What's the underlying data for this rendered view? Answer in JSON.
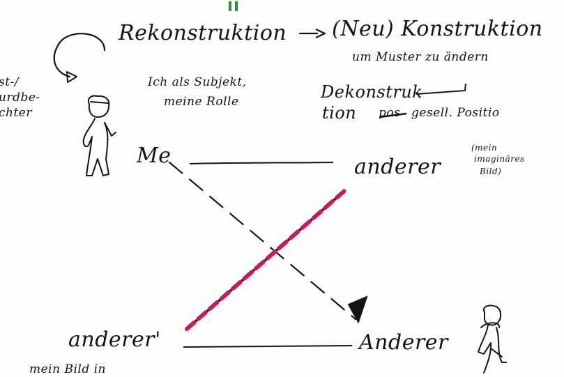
{
  "top_row": {
    "rekonstruktion": "Rekonstruktion",
    "arrow": "→",
    "neu_konstruktion": "(Neu) Konstruktion",
    "muster": "um Muster zu ändern"
  },
  "left_cut": {
    "line1": "st-/",
    "line2": "urdbe-",
    "line3": "chter"
  },
  "ich_subjekt": {
    "line1": "Ich als Subjekt,",
    "line2": "meine Rolle"
  },
  "dekonstruktion": {
    "line1": "Dekonstruk",
    "line2": "tion",
    "struck": "pos",
    "line2_rest": "gesell. Positio"
  },
  "me_label": "Me",
  "anderer_label": "anderer",
  "mein_bild": {
    "line1": "(mein",
    "line2": "imaginäres",
    "line3": "Bild)"
  },
  "anderer_prime_label": "anderer'",
  "anderer_cap_label": "Anderer",
  "bottom_note": "mein Bild in",
  "colors": {
    "ink": "#141414",
    "pink_line": "#c81a5e",
    "green_mark": "#2e8b3a"
  }
}
